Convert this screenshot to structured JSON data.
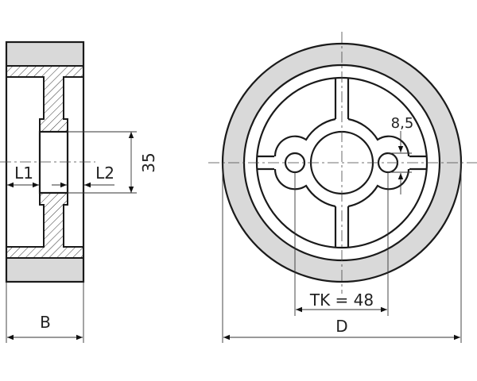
{
  "drawing": {
    "dims": {
      "bore": "35",
      "l1": "L1",
      "l2": "L2",
      "width": "B",
      "diameter": "D",
      "bolt_circle": "TK = 48",
      "hole": "8,5"
    },
    "colors": {
      "tire": "#d9d9d9",
      "line": "#1a1a1a"
    }
  }
}
